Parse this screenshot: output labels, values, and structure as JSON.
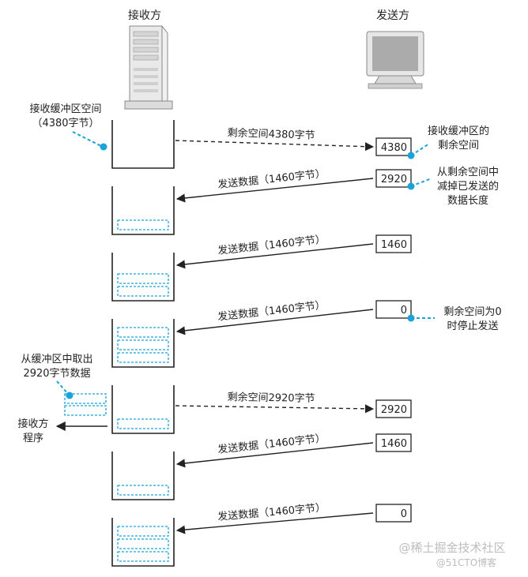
{
  "receiver": {
    "title": "接收方",
    "buffer_note": [
      "接收缓冲区空间",
      "（4380字节）"
    ],
    "extract_note": [
      "从缓冲区中取出",
      "2920字节数据"
    ],
    "app_label": [
      "接收方",
      "程序"
    ]
  },
  "sender": {
    "title": "发送方",
    "window_note": [
      "接收缓冲区的",
      "剩余空间"
    ],
    "subtract_note": [
      "从剩余空间中",
      "减掉已发送的",
      "数据长度"
    ],
    "stop_note": [
      "剩余空间为0",
      "时停止发送"
    ]
  },
  "rows": [
    {
      "arrow_label": "剩余空间4380字节",
      "value": "4380",
      "direction": "to-sender",
      "dashed": true,
      "filled_segments": 0
    },
    {
      "arrow_label": "发送数据（1460字节）",
      "value": "2920",
      "direction": "to-receiver",
      "dashed": false,
      "filled_segments": 1
    },
    {
      "arrow_label": "发送数据（1460字节）",
      "value": "1460",
      "direction": "to-receiver",
      "dashed": false,
      "filled_segments": 2
    },
    {
      "arrow_label": "发送数据（1460字节）",
      "value": "0",
      "direction": "to-receiver",
      "dashed": false,
      "filled_segments": 3
    },
    {
      "arrow_label": "剩余空间2920字节",
      "value": "2920",
      "direction": "to-sender",
      "dashed": true,
      "filled_segments": 1
    },
    {
      "arrow_label": "发送数据（1460字节）",
      "value": "1460",
      "direction": "to-receiver",
      "dashed": false,
      "filled_segments": 1
    },
    {
      "arrow_label": "发送数据（1460字节）",
      "value": "0",
      "direction": "to-receiver",
      "dashed": false,
      "filled_segments": 3
    }
  ],
  "watermark": {
    "line1": "@稀土掘金技术社区",
    "line2": "@51CTO博客"
  },
  "colors": {
    "accent": "#1aa3d9",
    "stroke": "#222222",
    "server_fill": "#e6e6e6",
    "monitor_screen": "#9a9a9a"
  }
}
